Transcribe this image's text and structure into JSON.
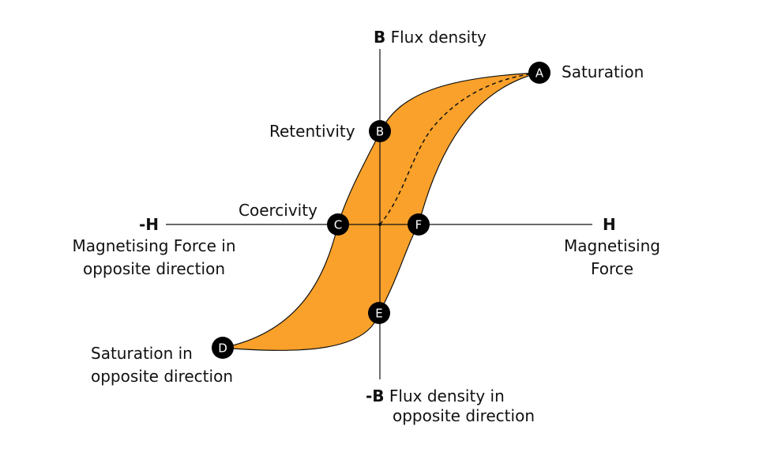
{
  "colors": {
    "loop_fill": "#f9a12a",
    "stroke": "#111111",
    "point_fill": "#000000",
    "point_text": "#ffffff"
  },
  "axes": {
    "b_symbol": "B",
    "b_name": "Flux density",
    "neg_b_symbol": "-B",
    "neg_b_name_line1": "Flux density in",
    "neg_b_name_line2": "opposite direction",
    "neg_h_symbol": "-H",
    "neg_h_desc_line1": "Magnetising Force in",
    "neg_h_desc_line2": "opposite direction",
    "h_symbol": "H",
    "h_desc_line1": "Magnetising",
    "h_desc_line2": "Force"
  },
  "annotations": {
    "saturation": "Saturation",
    "retentivity": "Retentivity",
    "coercivity": "Coercivity",
    "saturation_opposite_line1": "Saturation in",
    "saturation_opposite_line2": "opposite direction"
  },
  "points": {
    "a": "A",
    "b": "B",
    "c": "C",
    "d": "D",
    "e": "E",
    "f": "F"
  }
}
